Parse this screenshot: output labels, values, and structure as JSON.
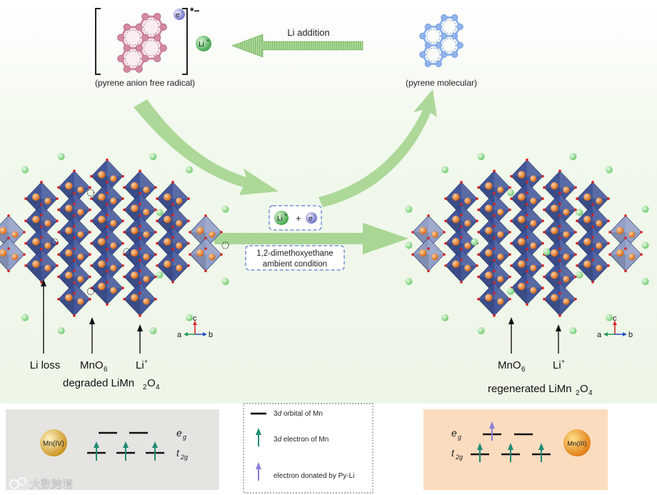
{
  "top": {
    "anion_caption": "(pyrene anion free radical)",
    "molecule_caption": "(pyrene molecular)",
    "li_addition": "Li addition",
    "radical_symbol": "*−",
    "electron": "e",
    "electron_sup": "-",
    "li": "Li",
    "li_sup": "+"
  },
  "middle": {
    "box_li": "Li",
    "box_li_sup": "+",
    "box_plus": "+",
    "box_e": "e",
    "box_e_sup": "-",
    "condition_line1": "1,2-dimethoxyethane",
    "condition_line2": "ambient condition"
  },
  "left_crystal": {
    "labels": {
      "li_loss": "Li loss",
      "mno6": "MnO",
      "mno6_sub": "6",
      "li": "Li",
      "li_sup": "+"
    },
    "title": {
      "text": "degraded LiMn",
      "sub1": "2",
      "mid": "O",
      "sub2": "4"
    },
    "axes": {
      "c": "c",
      "a": "a",
      "b": "b"
    }
  },
  "right_crystal": {
    "labels": {
      "mno6": "MnO",
      "mno6_sub": "6",
      "li": "Li",
      "li_sup": "+"
    },
    "title": {
      "text": "regenerated LiMn",
      "sub1": "2",
      "mid": "O",
      "sub2": "4"
    },
    "axes": {
      "c": "c",
      "a": "a",
      "b": "b"
    }
  },
  "legend": {
    "orbital": {
      "prefix": "3",
      "italic": "d",
      "rest": " orbital of Mn"
    },
    "electron": {
      "prefix": "3",
      "italic": "d",
      "rest": " electron of Mn"
    },
    "donated": "electron donated by Py-Li"
  },
  "mn4_panel": {
    "ion": "Mn(IV)",
    "eg": "e",
    "eg_sub": "g",
    "t2g": "t",
    "t2g_sub": "2g"
  },
  "mn3_panel": {
    "ion": "Mn(III)",
    "eg": "e",
    "eg_sub": "g",
    "t2g": "t",
    "t2g_sub": "2g"
  },
  "watermark": "大数跨境",
  "colors": {
    "background_band": "#f1f8ec",
    "arrow_green": "#9fd08a",
    "octahedron": "#3a4f95",
    "octahedron_light": "#8e9bc6",
    "mn_atom": "#e8731a",
    "li_atom": "#a9e5a6",
    "pyrene_anion": "#d38aa0",
    "pyrene": "#8fb4ee",
    "mn4_panel_bg": "#e7e5e2",
    "mn3_panel_bg": "#fbdcbf",
    "electron_arrow": "#1e8b72",
    "donated_arrow": "#8a7fd8"
  }
}
